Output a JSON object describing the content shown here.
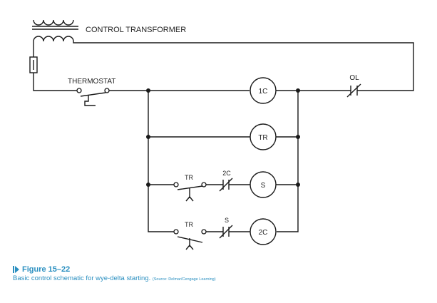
{
  "labels": {
    "transformer": "CONTROL TRANSFORMER",
    "thermostat": "THERMOSTAT",
    "overload": "OL",
    "coil_1c": "1C",
    "coil_tr": "TR",
    "coil_s": "S",
    "coil_2c": "2C",
    "contact_tr_row3": "TR",
    "contact_2c_row3": "2C",
    "contact_tr_row4": "TR",
    "contact_s_row4": "S"
  },
  "caption": {
    "figure": "Figure 15–22",
    "text": "Basic control schematic for wye-delta starting.",
    "source": "(Source: Delmar/Cengage Learning)"
  },
  "colors": {
    "caption_accent": "#2a8fc0",
    "line": "#1a1a1a"
  }
}
